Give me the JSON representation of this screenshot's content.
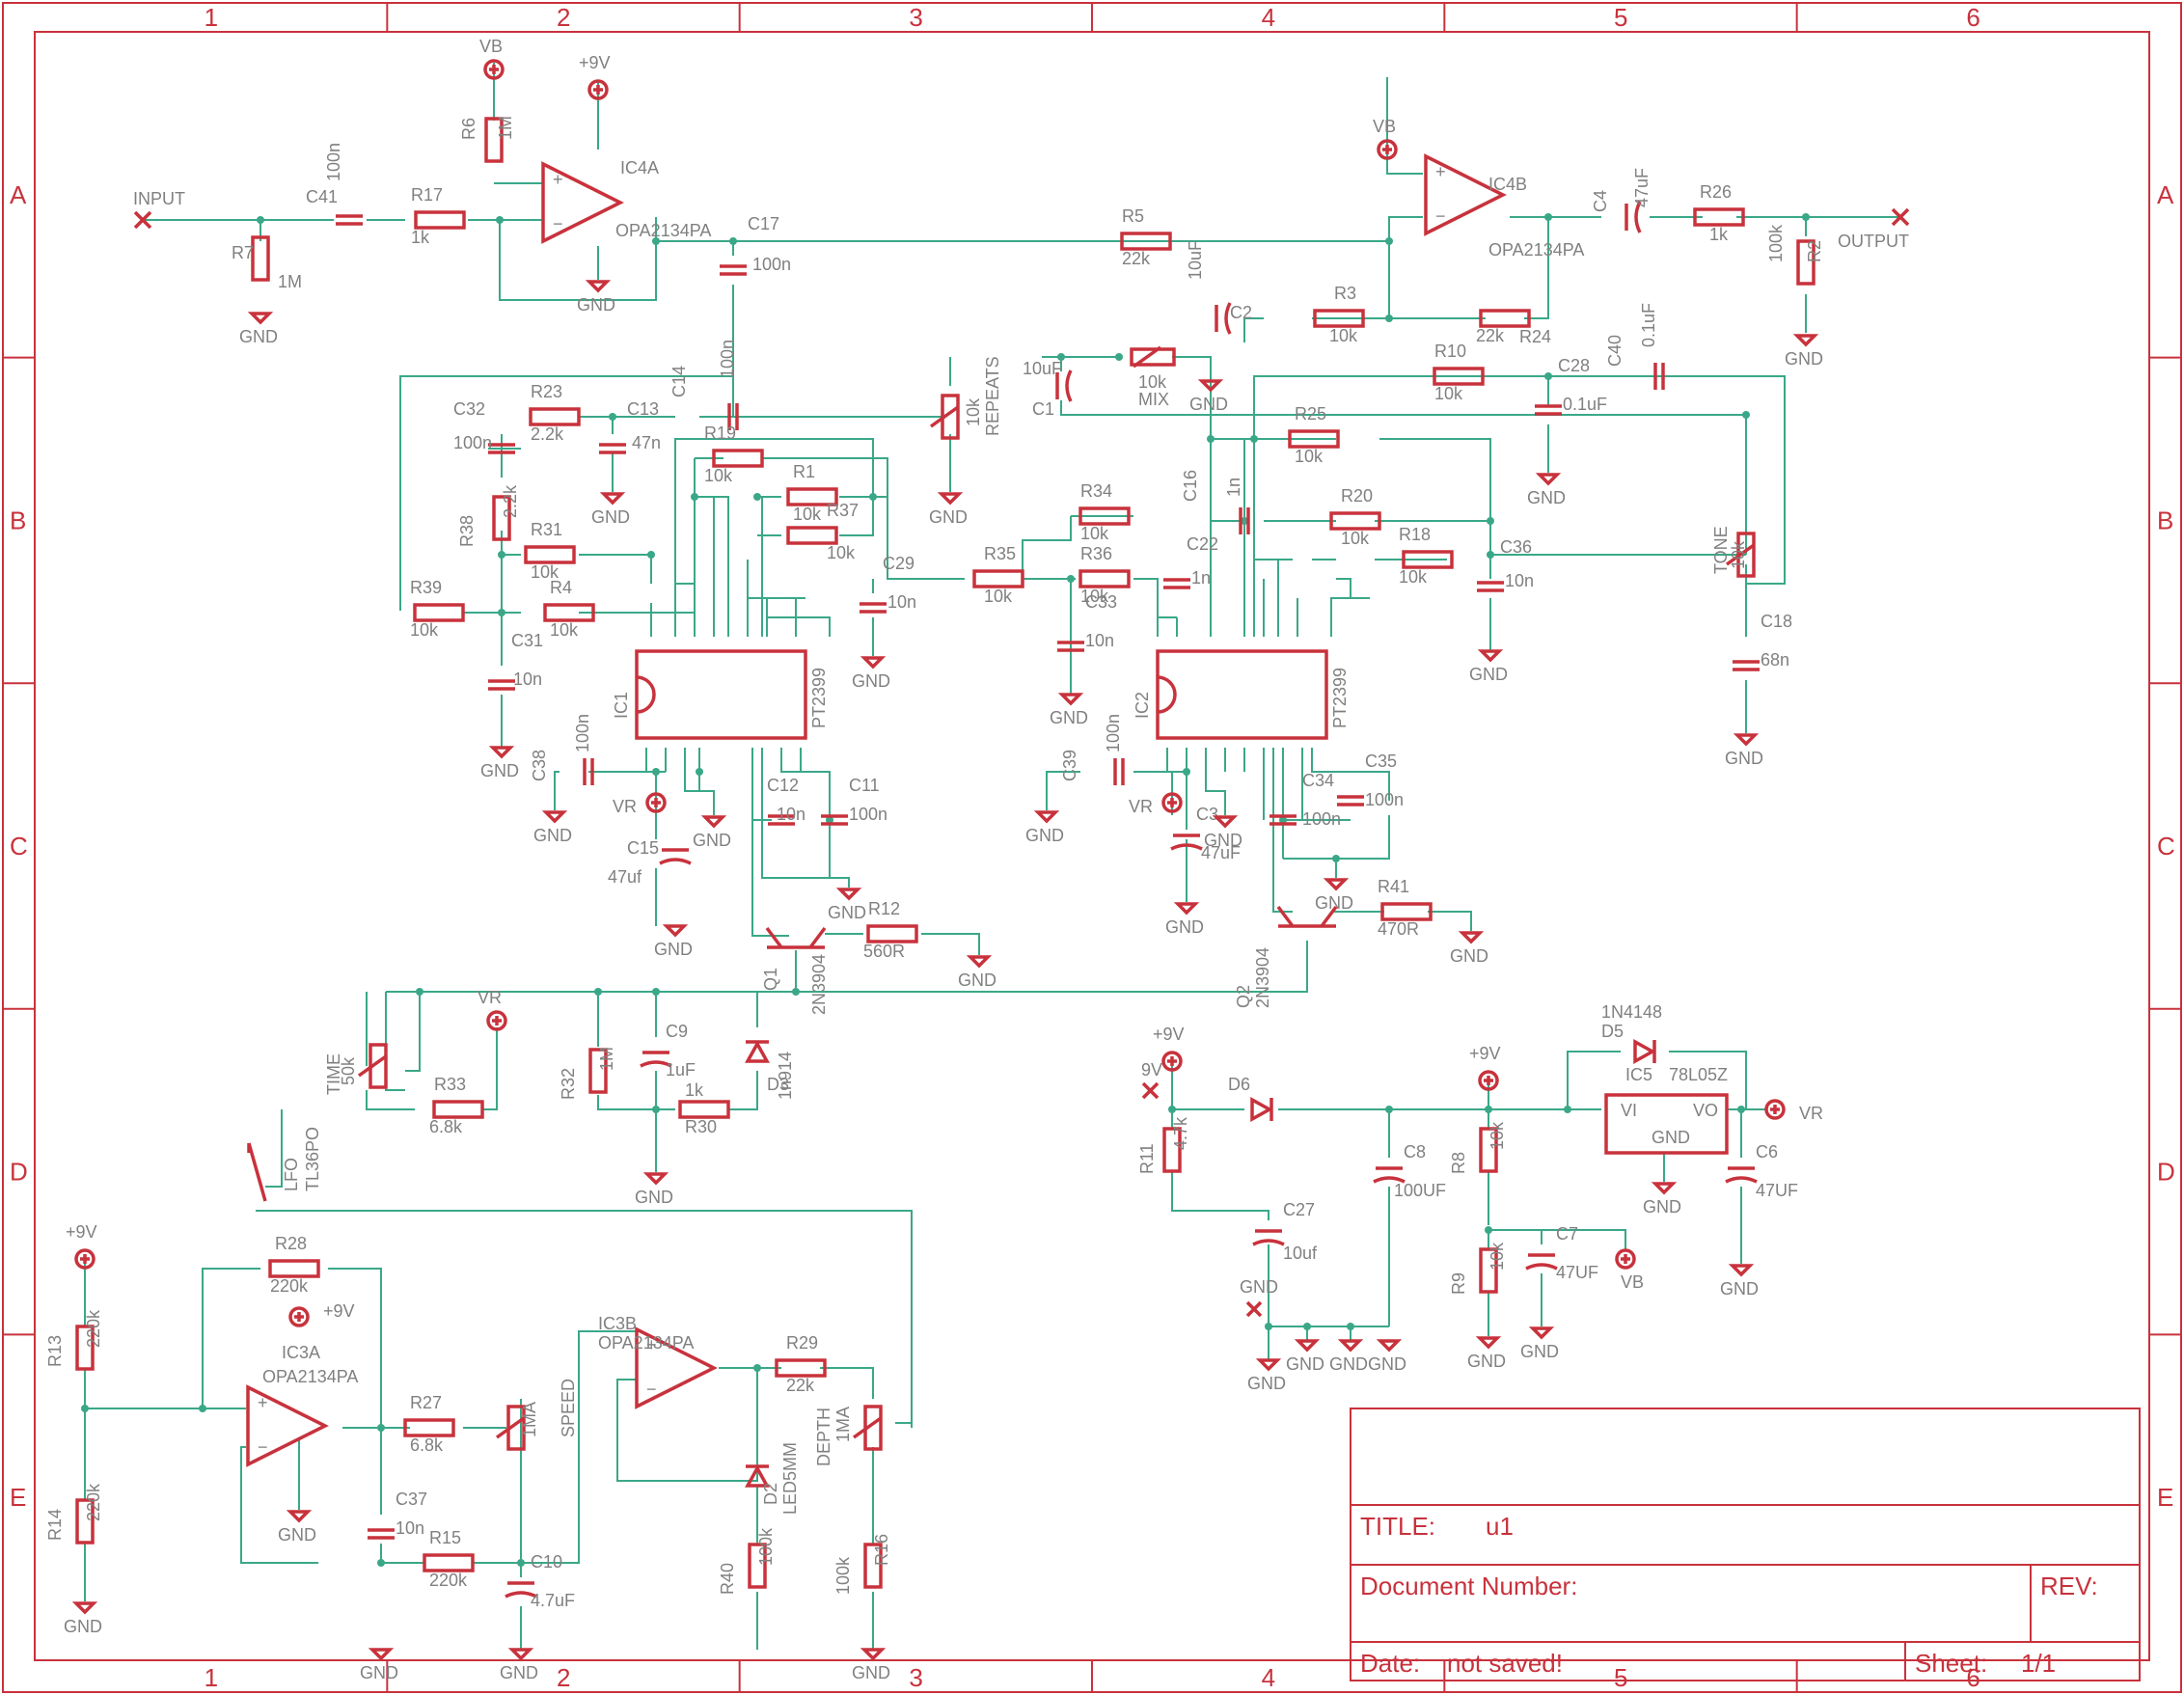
{
  "frame": {
    "columns": [
      "1",
      "2",
      "3",
      "4",
      "5",
      "6"
    ],
    "rows": [
      "A",
      "B",
      "C",
      "D",
      "E"
    ]
  },
  "title_block": {
    "title_label": "TITLE:",
    "title_value": "u1",
    "docnum_label": "Document Number:",
    "rev_label": "REV:",
    "date_label": "Date:",
    "date_value": "not saved!",
    "sheet_label": "Sheet:",
    "sheet_value": "1/1"
  },
  "colors": {
    "part": "#c8323c",
    "wire": "#3aa888",
    "label": "#808080",
    "frame": "#c8323c"
  },
  "parts": [
    {
      "id": "R7",
      "kind": "resistor",
      "name": "R7",
      "value": "1M"
    },
    {
      "id": "C41",
      "kind": "capacitor",
      "name": "C41",
      "value": "100n"
    },
    {
      "id": "R17",
      "kind": "resistor",
      "name": "R17",
      "value": "1k"
    },
    {
      "id": "R6",
      "kind": "resistor",
      "name": "R6",
      "value": "1M"
    },
    {
      "id": "IC4A",
      "kind": "opamp",
      "name": "IC4A",
      "value": "OPA2134PA"
    },
    {
      "id": "C17",
      "kind": "capacitor",
      "name": "C17",
      "value": "100n"
    },
    {
      "id": "R5",
      "kind": "resistor",
      "name": "R5",
      "value": "22k"
    },
    {
      "id": "IC4B",
      "kind": "opamp",
      "name": "IC4B",
      "value": "OPA2134PA"
    },
    {
      "id": "C4",
      "kind": "capacitor",
      "name": "C4",
      "value": "47uF"
    },
    {
      "id": "R26",
      "kind": "resistor",
      "name": "R26",
      "value": "1k"
    },
    {
      "id": "R2",
      "kind": "resistor",
      "name": "R2",
      "value": "100k"
    },
    {
      "id": "R3",
      "kind": "resistor",
      "name": "R3",
      "value": "10k"
    },
    {
      "id": "R24",
      "kind": "resistor",
      "name": "R24",
      "value": "22k"
    },
    {
      "id": "C2",
      "kind": "capacitor",
      "name": "C2",
      "value": "10uF"
    },
    {
      "id": "MIX",
      "kind": "pot",
      "name": "MIX",
      "value": "10k"
    },
    {
      "id": "C1",
      "kind": "capacitor",
      "name": "C1",
      "value": "10uF"
    },
    {
      "id": "REPEATS",
      "kind": "pot",
      "name": "REPEATS",
      "value": "10k"
    },
    {
      "id": "C14",
      "kind": "capacitor",
      "name": "C14",
      "value": "100n"
    },
    {
      "id": "C32",
      "kind": "capacitor",
      "name": "C32",
      "value": "100n"
    },
    {
      "id": "R23",
      "kind": "resistor",
      "name": "R23",
      "value": "2.2k"
    },
    {
      "id": "C13",
      "kind": "capacitor",
      "name": "C13",
      "value": "47n"
    },
    {
      "id": "R38",
      "kind": "resistor",
      "name": "R38",
      "value": "2.2k"
    },
    {
      "id": "R31",
      "kind": "resistor",
      "name": "R31",
      "value": "10k"
    },
    {
      "id": "R39",
      "kind": "resistor",
      "name": "R39",
      "value": "10k"
    },
    {
      "id": "R4",
      "kind": "resistor",
      "name": "R4",
      "value": "10k"
    },
    {
      "id": "C31",
      "kind": "capacitor",
      "name": "C31",
      "value": "10n"
    },
    {
      "id": "R19",
      "kind": "resistor",
      "name": "R19",
      "value": "10k"
    },
    {
      "id": "R1",
      "kind": "resistor",
      "name": "R1",
      "value": "10k"
    },
    {
      "id": "R37",
      "kind": "resistor",
      "name": "R37",
      "value": "10k"
    },
    {
      "id": "C29",
      "kind": "capacitor",
      "name": "C29",
      "value": "10n"
    },
    {
      "id": "R35",
      "kind": "resistor",
      "name": "R35",
      "value": "10k"
    },
    {
      "id": "R34",
      "kind": "resistor",
      "name": "R34",
      "value": "10k"
    },
    {
      "id": "R36",
      "kind": "resistor",
      "name": "R36",
      "value": "10k"
    },
    {
      "id": "C33",
      "kind": "capacitor",
      "name": "C33",
      "value": "10n"
    },
    {
      "id": "C22",
      "kind": "capacitor",
      "name": "C22",
      "value": "1n"
    },
    {
      "id": "C16",
      "kind": "capacitor",
      "name": "C16",
      "value": "1n"
    },
    {
      "id": "R25",
      "kind": "resistor",
      "name": "R25",
      "value": "10k"
    },
    {
      "id": "R20",
      "kind": "resistor",
      "name": "R20",
      "value": "10k"
    },
    {
      "id": "R18",
      "kind": "resistor",
      "name": "R18",
      "value": "10k"
    },
    {
      "id": "C36",
      "kind": "capacitor",
      "name": "C36",
      "value": "10n"
    },
    {
      "id": "R10",
      "kind": "resistor",
      "name": "R10",
      "value": "10k"
    },
    {
      "id": "C28",
      "kind": "capacitor",
      "name": "C28",
      "value": "0.1uF"
    },
    {
      "id": "C40",
      "kind": "capacitor",
      "name": "C40",
      "value": "0.1uF"
    },
    {
      "id": "TONE",
      "kind": "pot",
      "name": "TONE",
      "value": "10k"
    },
    {
      "id": "C18",
      "kind": "capacitor",
      "name": "C18",
      "value": "68n"
    },
    {
      "id": "IC1",
      "kind": "ic",
      "name": "IC1",
      "value": "PT2399"
    },
    {
      "id": "IC2",
      "kind": "ic",
      "name": "IC2",
      "value": "PT2399"
    },
    {
      "id": "C38",
      "kind": "capacitor",
      "name": "C38",
      "value": "100n"
    },
    {
      "id": "C15",
      "kind": "capacitor",
      "name": "C15",
      "value": "47uf"
    },
    {
      "id": "C12",
      "kind": "capacitor",
      "name": "C12",
      "value": "10n"
    },
    {
      "id": "C11",
      "kind": "capacitor",
      "name": "C11",
      "value": "100n"
    },
    {
      "id": "R12",
      "kind": "resistor",
      "name": "R12",
      "value": "560R"
    },
    {
      "id": "Q1",
      "kind": "transistor",
      "name": "Q1",
      "value": "2N3904"
    },
    {
      "id": "C39",
      "kind": "capacitor",
      "name": "C39",
      "value": "100n"
    },
    {
      "id": "C3",
      "kind": "capacitor",
      "name": "C3",
      "value": "47uF"
    },
    {
      "id": "C34",
      "kind": "capacitor",
      "name": "C34",
      "value": "100n"
    },
    {
      "id": "C35",
      "kind": "capacitor",
      "name": "C35",
      "value": "100n"
    },
    {
      "id": "R41",
      "kind": "resistor",
      "name": "R41",
      "value": "470R"
    },
    {
      "id": "Q2",
      "kind": "transistor",
      "name": "Q2",
      "value": "2N3904"
    },
    {
      "id": "TIME",
      "kind": "pot",
      "name": "TIME",
      "value": "50k"
    },
    {
      "id": "R33",
      "kind": "resistor",
      "name": "R33",
      "value": "6.8k"
    },
    {
      "id": "R32",
      "kind": "resistor",
      "name": "R32",
      "value": "1M"
    },
    {
      "id": "C9",
      "kind": "capacitor",
      "name": "C9",
      "value": "1uF"
    },
    {
      "id": "R30",
      "kind": "resistor",
      "name": "R30",
      "value": "1k"
    },
    {
      "id": "D3",
      "kind": "diode",
      "name": "D3",
      "value": "1n914"
    },
    {
      "id": "LFO",
      "kind": "switch",
      "name": "LFO",
      "value": "TL36PO"
    },
    {
      "id": "R13",
      "kind": "resistor",
      "name": "R13",
      "value": "220k"
    },
    {
      "id": "R14",
      "kind": "resistor",
      "name": "R14",
      "value": "220k"
    },
    {
      "id": "R28",
      "kind": "resistor",
      "name": "R28",
      "value": "220k"
    },
    {
      "id": "IC3A",
      "kind": "opamp",
      "name": "IC3A",
      "value": "OPA2134PA"
    },
    {
      "id": "R27",
      "kind": "resistor",
      "name": "R27",
      "value": "6.8k"
    },
    {
      "id": "C37",
      "kind": "capacitor",
      "name": "C37",
      "value": "10n"
    },
    {
      "id": "R15",
      "kind": "resistor",
      "name": "R15",
      "value": "220k"
    },
    {
      "id": "SPEED",
      "kind": "pot",
      "name": "SPEED",
      "value": "1MA"
    },
    {
      "id": "C10",
      "kind": "capacitor",
      "name": "C10",
      "value": "4.7uF"
    },
    {
      "id": "IC3B",
      "kind": "opamp",
      "name": "IC3B",
      "value": "OPA2134PA"
    },
    {
      "id": "R29",
      "kind": "resistor",
      "name": "R29",
      "value": "22k"
    },
    {
      "id": "D2",
      "kind": "led",
      "name": "D2",
      "value": "LED5MM"
    },
    {
      "id": "R40",
      "kind": "resistor",
      "name": "R40",
      "value": "100k"
    },
    {
      "id": "DEPTH",
      "kind": "pot",
      "name": "DEPTH",
      "value": "1MA"
    },
    {
      "id": "R16",
      "kind": "resistor",
      "name": "R16",
      "value": "100k"
    },
    {
      "id": "R11",
      "kind": "resistor",
      "name": "R11",
      "value": "4.7k"
    },
    {
      "id": "D6",
      "kind": "diode",
      "name": "D6",
      "value": ""
    },
    {
      "id": "C27",
      "kind": "capacitor",
      "name": "C27",
      "value": "10uf"
    },
    {
      "id": "C8",
      "kind": "capacitor",
      "name": "C8",
      "value": "100UF"
    },
    {
      "id": "R8",
      "kind": "resistor",
      "name": "R8",
      "value": "10k"
    },
    {
      "id": "R9",
      "kind": "resistor",
      "name": "R9",
      "value": "10k"
    },
    {
      "id": "C7",
      "kind": "capacitor",
      "name": "C7",
      "value": "47UF"
    },
    {
      "id": "D5",
      "kind": "diode",
      "name": "D5",
      "value": "1N4148"
    },
    {
      "id": "IC5",
      "kind": "regulator",
      "name": "IC5",
      "value": "78L05Z"
    },
    {
      "id": "C6",
      "kind": "capacitor",
      "name": "C6",
      "value": "47UF"
    }
  ],
  "nets": {
    "input": "INPUT",
    "output": "OUTPUT",
    "gnd": "GND",
    "vb": "VB",
    "vr": "VR",
    "p9v": "+9V",
    "n9v": "9V",
    "reg_vi": "VI",
    "reg_vo": "VO",
    "reg_gnd": "GND"
  }
}
